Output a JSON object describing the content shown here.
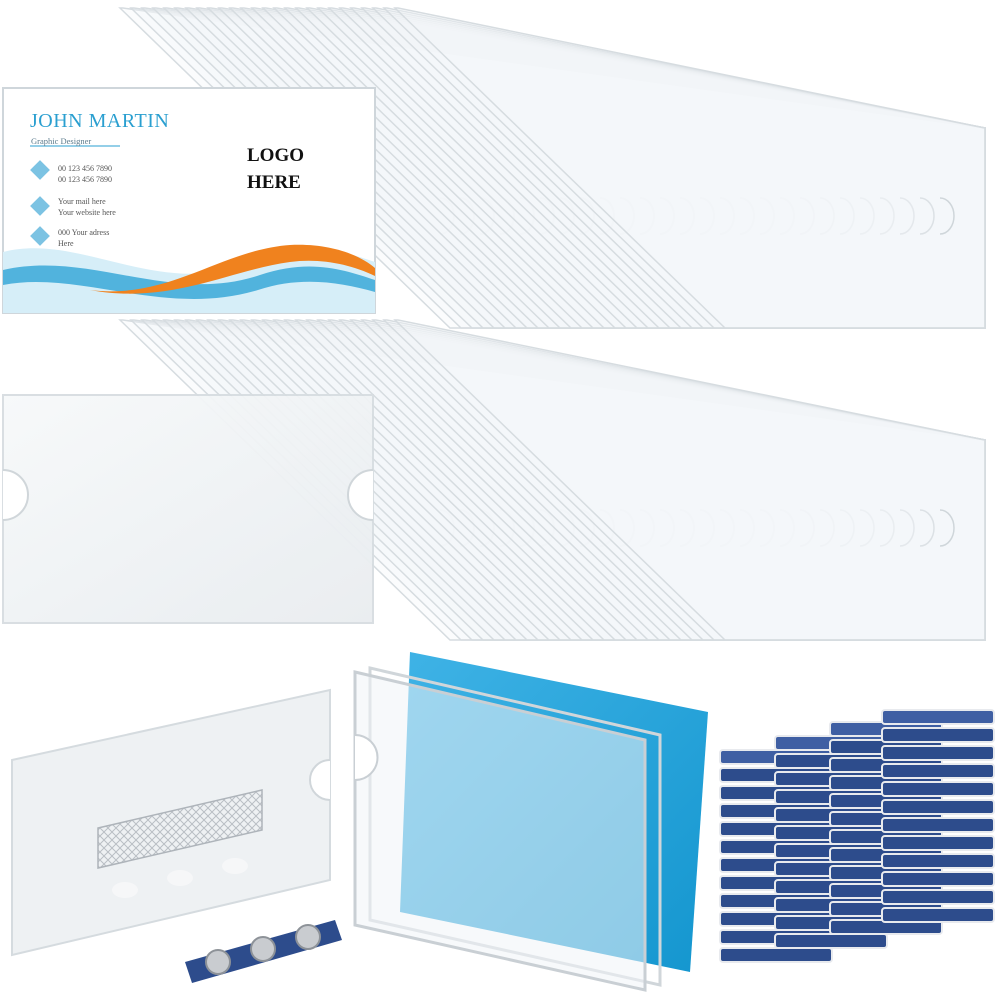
{
  "card": {
    "name": "JOHN MARTIN",
    "role": "Graphic Designer",
    "phones": "00 123 456 7890\n00 123 456 7890",
    "web": "Your mail here\nYour website here",
    "address": "000 Your adress\nHere",
    "logo": "LOGO\nHERE"
  },
  "icons": {
    "phone": "phone-icon",
    "web": "globe-icon",
    "address": "location-pin-icon"
  },
  "colors": {
    "accent_blue": "#2a9fd0",
    "accent_orange": "#f0821e",
    "film_blue": "#2aa6dc",
    "magnet_blue": "#2d4c8c"
  }
}
